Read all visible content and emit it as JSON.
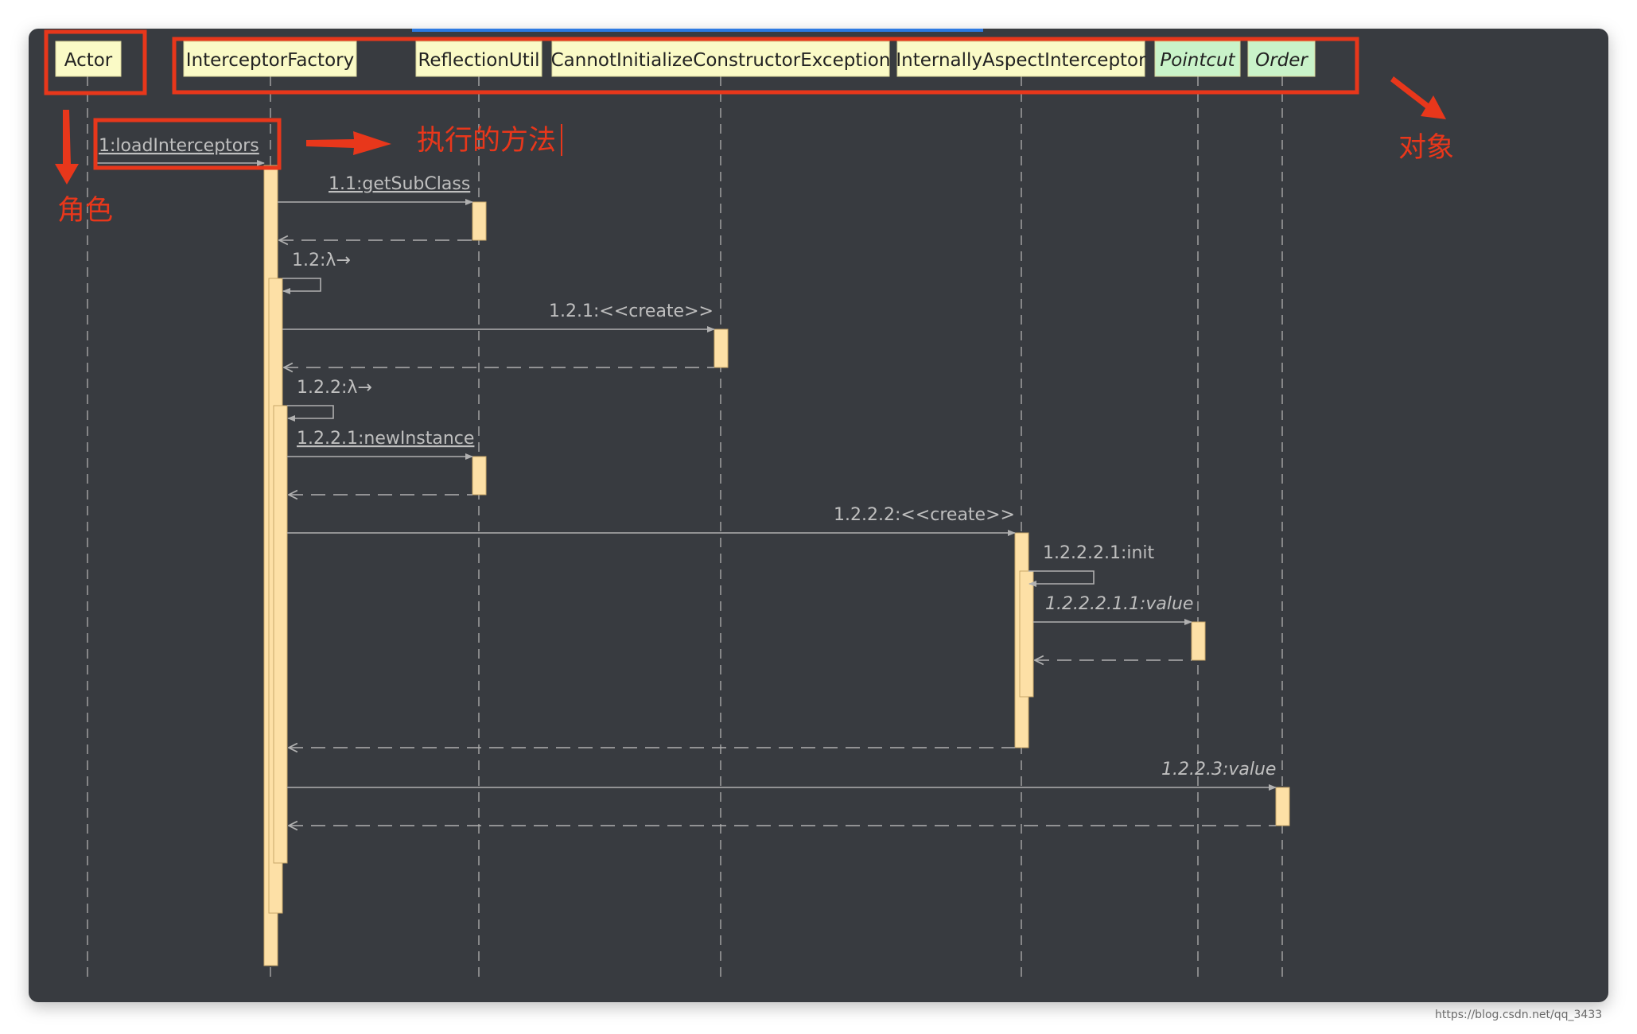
{
  "diagram": {
    "type": "uml-sequence-diagram",
    "colors": {
      "panel_bg": "#393b3f",
      "object_box": "#fafac6",
      "interface_box": "#c9f3c9",
      "activation_bar": "#fde0a6",
      "line": "#9a9a9a",
      "label": "#bfbfbf",
      "annotation": "#e8371b",
      "title_accent": "#2d7ae2"
    },
    "participants": [
      {
        "id": "actor",
        "label": "Actor",
        "style": "normal"
      },
      {
        "id": "factory",
        "label": "InterceptorFactory",
        "style": "normal"
      },
      {
        "id": "reflect",
        "label": "ReflectionUtil",
        "style": "normal"
      },
      {
        "id": "cannot",
        "label": "CannotInitializeConstructorException",
        "style": "normal"
      },
      {
        "id": "internal",
        "label": "InternallyAspectInterceptor",
        "style": "normal"
      },
      {
        "id": "pointcut",
        "label": "Pointcut",
        "style": "interface"
      },
      {
        "id": "order",
        "label": "Order",
        "style": "interface"
      }
    ],
    "messages": [
      {
        "label": "1:loadInterceptors",
        "from": "actor",
        "to": "factory",
        "kind": "call",
        "italic": false,
        "underline": true
      },
      {
        "label": "1.1:getSubClass",
        "from": "factory",
        "to": "reflect",
        "kind": "call",
        "italic": false,
        "underline": true
      },
      {
        "label": "",
        "from": "reflect",
        "to": "factory",
        "kind": "return"
      },
      {
        "label": "1.2:λ→",
        "from": "factory",
        "to": "factory",
        "kind": "self",
        "italic": false,
        "underline": false
      },
      {
        "label": "1.2.1:<<create>>",
        "from": "factory",
        "to": "cannot",
        "kind": "call",
        "italic": false,
        "underline": false
      },
      {
        "label": "",
        "from": "cannot",
        "to": "factory",
        "kind": "return"
      },
      {
        "label": "1.2.2:λ→",
        "from": "factory",
        "to": "factory",
        "kind": "self",
        "italic": false,
        "underline": false
      },
      {
        "label": "1.2.2.1:newInstance",
        "from": "factory",
        "to": "reflect",
        "kind": "call",
        "italic": false,
        "underline": true
      },
      {
        "label": "",
        "from": "reflect",
        "to": "factory",
        "kind": "return"
      },
      {
        "label": "1.2.2.2:<<create>>",
        "from": "factory",
        "to": "internal",
        "kind": "call",
        "italic": false,
        "underline": false
      },
      {
        "label": "1.2.2.2.1:init",
        "from": "internal",
        "to": "internal",
        "kind": "self",
        "italic": false,
        "underline": false
      },
      {
        "label": "1.2.2.2.1.1:value",
        "from": "internal",
        "to": "pointcut",
        "kind": "call",
        "italic": true,
        "underline": false
      },
      {
        "label": "",
        "from": "pointcut",
        "to": "internal",
        "kind": "return"
      },
      {
        "label": "",
        "from": "internal",
        "to": "factory",
        "kind": "return"
      },
      {
        "label": "1.2.2.3:value",
        "from": "factory",
        "to": "order",
        "kind": "call",
        "italic": true,
        "underline": false
      },
      {
        "label": "",
        "from": "order",
        "to": "factory",
        "kind": "return"
      }
    ],
    "annotations": {
      "role": "角色",
      "method": "执行的方法",
      "objects": "对象"
    },
    "watermark": "https://blog.csdn.net/qq_3433"
  }
}
